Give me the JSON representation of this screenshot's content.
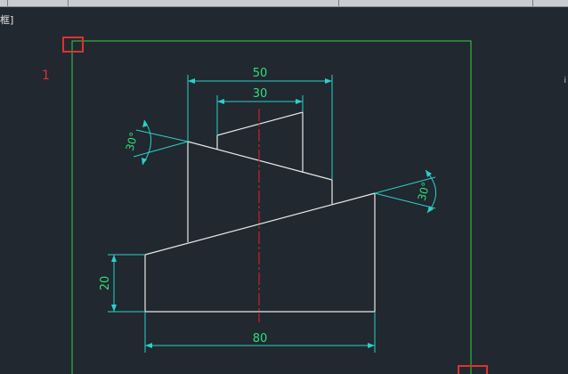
{
  "window": {
    "frame_label": "框]",
    "side_glyph": "i",
    "marker_number": "1"
  },
  "dimensions": {
    "top_width_outer": "50",
    "top_width_inner": "30",
    "angle_left": "30°",
    "angle_right": "30°",
    "height_left": "20",
    "bottom_width": "80"
  },
  "colors": {
    "canvas_bg": "#212830",
    "geometry": "#e8e8e8",
    "dimension": "#2ad1c9",
    "dimension_text": "#2ee07a",
    "centerline": "#d0202a",
    "frame": "#33d045",
    "grip": "#e0312f"
  }
}
